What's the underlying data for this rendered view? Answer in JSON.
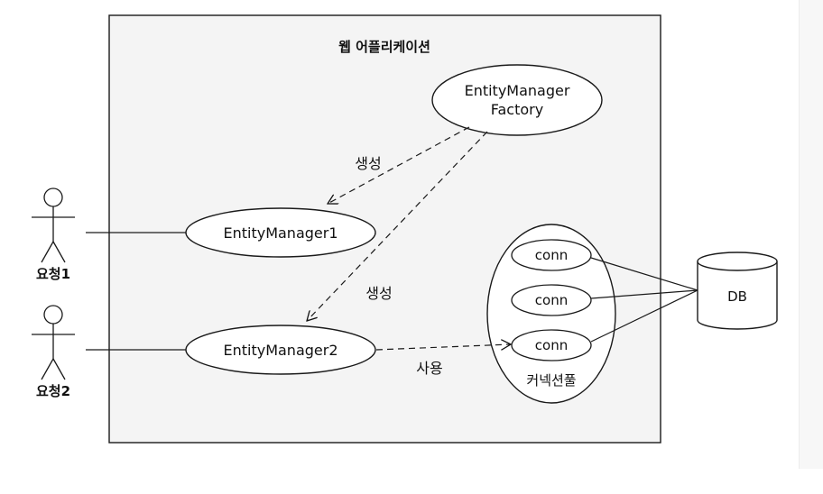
{
  "app": {
    "title": "웹 어플리케이션"
  },
  "factory": {
    "line1": "EntityManager",
    "line2": "Factory"
  },
  "managers": [
    {
      "label": "EntityManager1"
    },
    {
      "label": "EntityManager2"
    }
  ],
  "actors": [
    {
      "label": "요청1"
    },
    {
      "label": "요청2"
    }
  ],
  "edges": {
    "create1": "생성",
    "create2": "생성",
    "use": "사용"
  },
  "pool": {
    "label": "커넥션풀",
    "conns": [
      "conn",
      "conn",
      "conn"
    ]
  },
  "db": {
    "label": "DB"
  }
}
